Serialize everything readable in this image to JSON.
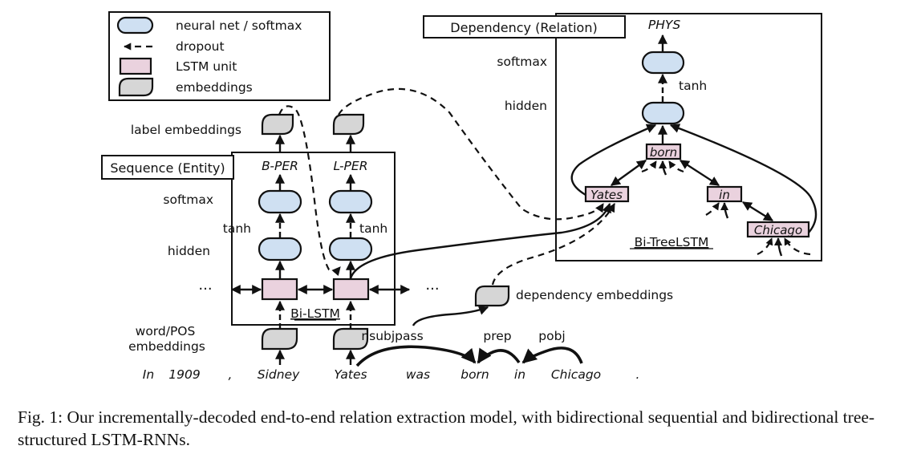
{
  "legend": {
    "items": [
      {
        "icon": "rounded-box-icon",
        "label": "neural net / softmax"
      },
      {
        "icon": "dashed-arrow-icon",
        "label": "dropout"
      },
      {
        "icon": "pink-rect-icon",
        "label": "LSTM unit"
      },
      {
        "icon": "leaf-shape-icon",
        "label": "embeddings"
      }
    ]
  },
  "sequence_panel": {
    "title": "Sequence (Entity)",
    "row_labels": {
      "label_embeddings": "label embeddings",
      "softmax": "softmax",
      "hidden": "hidden",
      "word_pos": [
        "word/POS",
        "embeddings"
      ]
    },
    "outputs": [
      "B-PER",
      "L-PER"
    ],
    "activation": "tanh",
    "lstm_label": "Bi-LSTM",
    "ellipsis": "···"
  },
  "dependency_panel": {
    "title": "Dependency (Relation)",
    "output": "PHYS",
    "row_labels": {
      "softmax": "softmax",
      "hidden": "hidden"
    },
    "activation": "tanh",
    "nodes": [
      "born",
      "Yates",
      "in",
      "Chicago"
    ],
    "tree_label": "Bi-TreeLSTM"
  },
  "dependency_embeddings_label": "dependency embeddings",
  "sentence": [
    "In",
    "1909",
    ",",
    "Sidney",
    "Yates",
    "was",
    "born",
    "in",
    "Chicago",
    "."
  ],
  "arcs": [
    "nsubjpass",
    "prep",
    "pobj"
  ],
  "colors": {
    "neural_net": "#cfe0f2",
    "lstm": "#ead2de",
    "embedding": "#d6d6d6"
  },
  "caption": "Fig. 1: Our incrementally-decoded end-to-end relation extraction model, with bidirectional sequential and bidirectional tree-structured LSTM-RNNs."
}
